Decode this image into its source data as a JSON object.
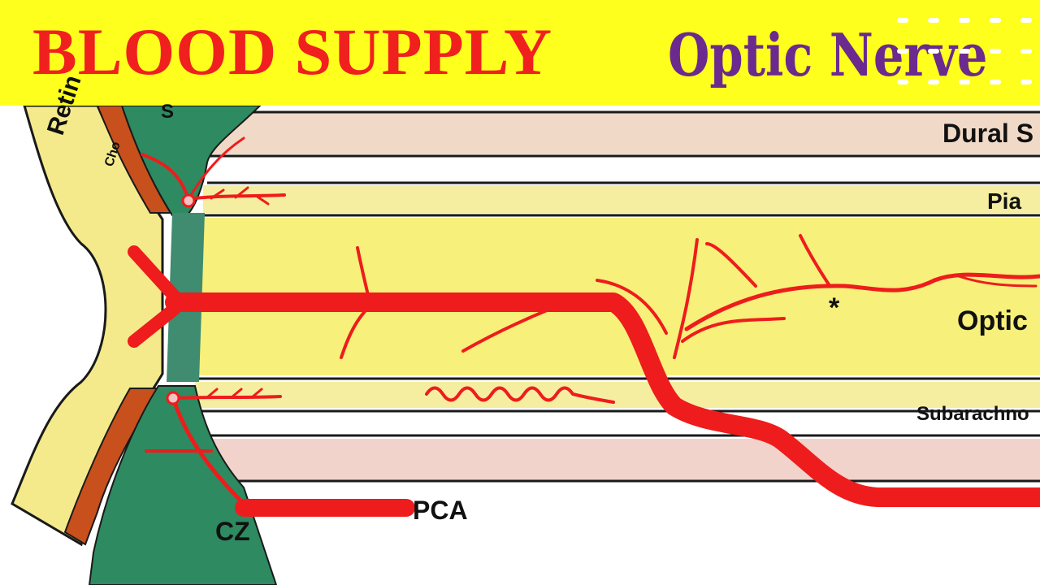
{
  "header": {
    "title": "BLOOD SUPPLY",
    "subtitle": "Optic Nerve",
    "bg_color": "#ffff1e",
    "title_color": "#f0201e",
    "subtitle_color": "#6a2a8e"
  },
  "labels": {
    "retina": "Retin",
    "choroid": "Cho",
    "sclera": "S",
    "dural": "Dural S",
    "pia": "Pia",
    "optic": "Optic",
    "subarachnoid": "Subarachno",
    "pca": "PCA",
    "cz": "CZ",
    "asterisk": "*"
  },
  "colors": {
    "artery": "#ee1c1c",
    "nerve": "#f7f07a",
    "sheath": "#f4eba6",
    "sclera": "#2e8a60",
    "choroid": "#c8501c"
  }
}
